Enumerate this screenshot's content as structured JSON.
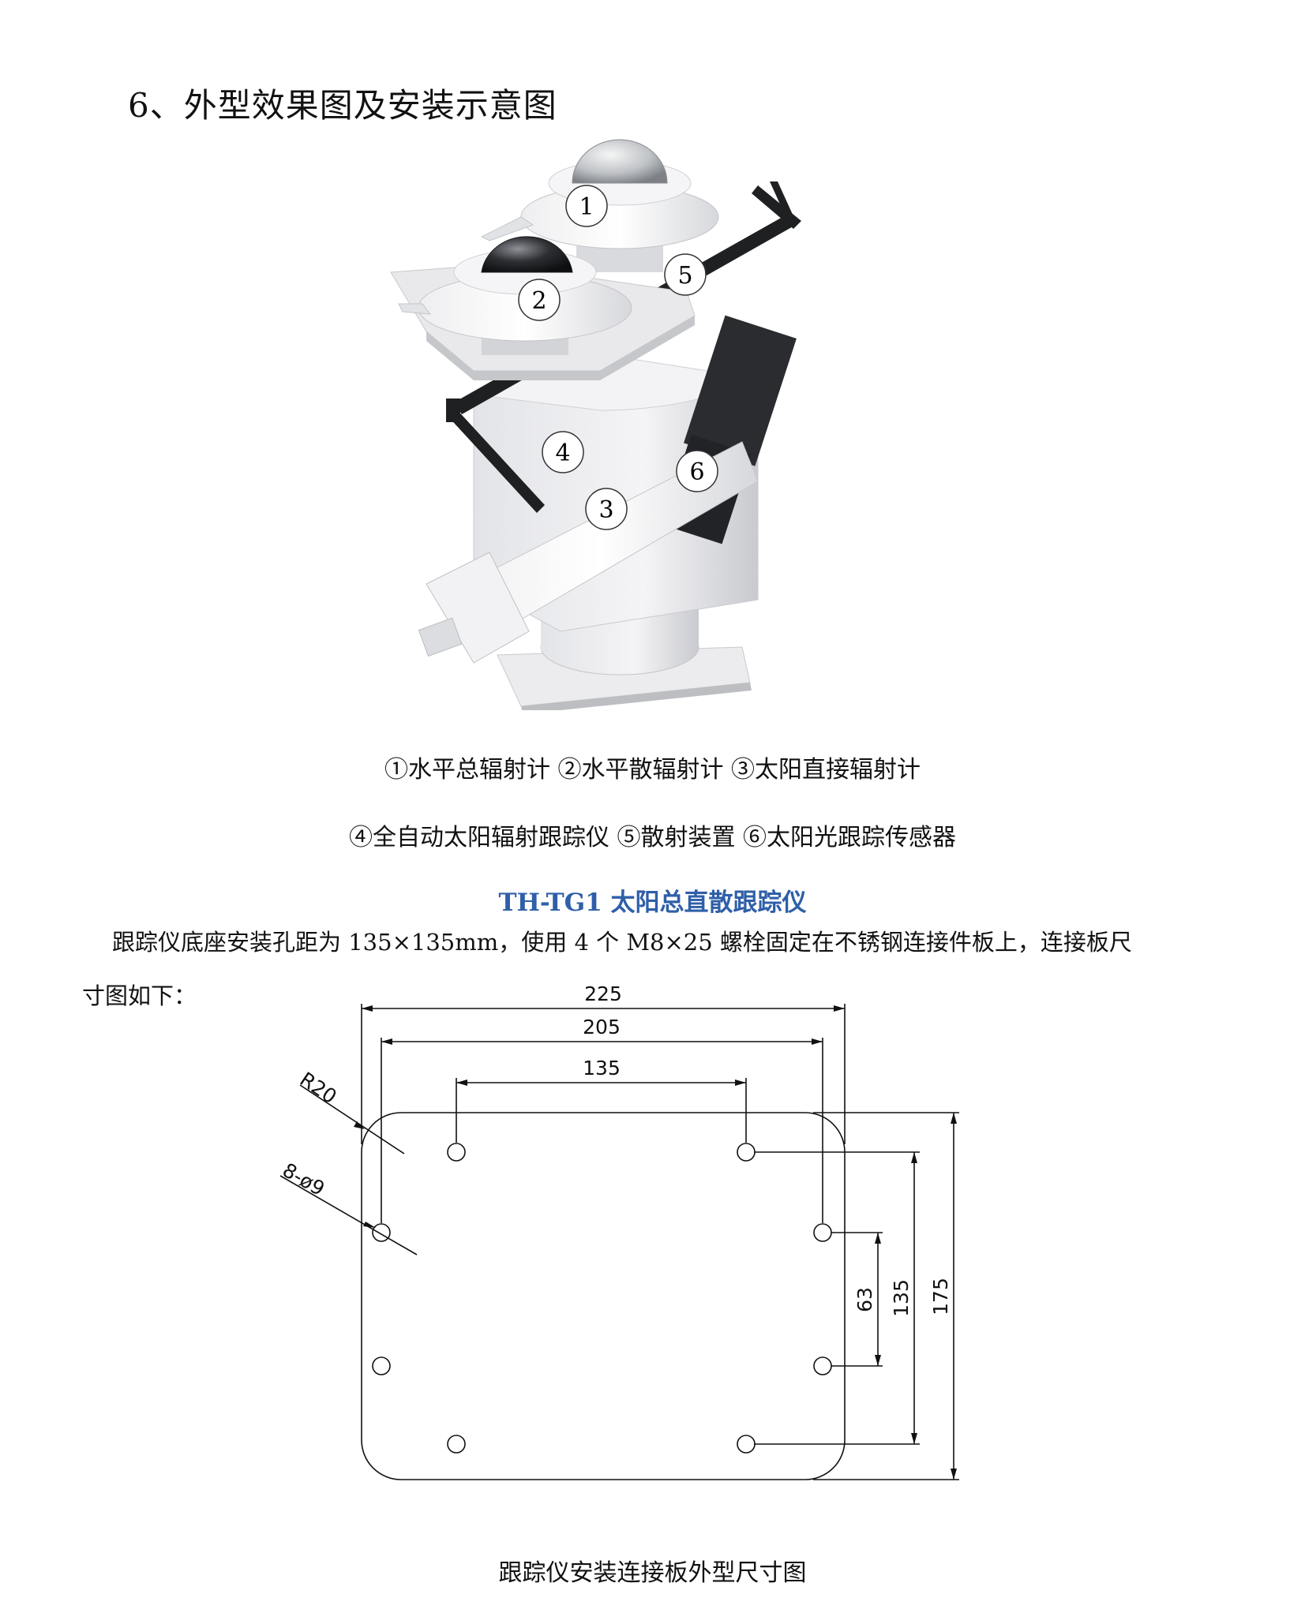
{
  "section_title": "6、外型效果图及安装示意图",
  "photo": {
    "markers": [
      "1",
      "2",
      "3",
      "4",
      "5",
      "6"
    ]
  },
  "legend": {
    "line1": "①水平总辐射计 ②水平散辐射计 ③太阳直接辐射计",
    "line2": "④全自动太阳辐射跟踪仪 ⑤散射装置 ⑥太阳光跟踪传感器"
  },
  "product_title": "TH-TG1 太阳总直散跟踪仪",
  "paragraph": {
    "line1": "跟踪仪底座安装孔距为 135×135mm，使用 4 个 M8×25 螺栓固定在不锈钢连接件板上，连接板尺",
    "line2": "寸图如下："
  },
  "drawing": {
    "dim_width_outer": "225",
    "dim_width_mid": "205",
    "dim_width_inner": "135",
    "dim_radius": "R20",
    "dim_holes": "8-ø9",
    "dim_height_short": "63",
    "dim_height_mid": "135",
    "dim_height_outer": "175"
  },
  "figure_caption": "跟踪仪安装连接板外型尺寸图"
}
